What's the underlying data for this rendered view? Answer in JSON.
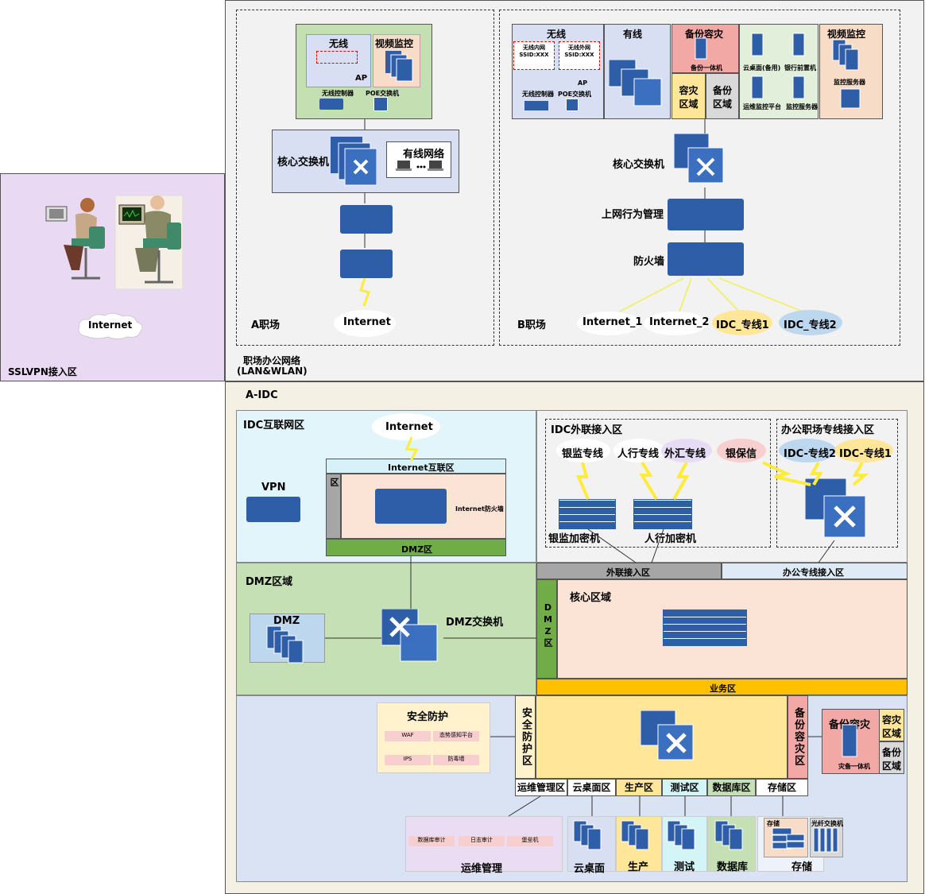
{
  "sslvpn": {
    "title": "SSLVPN接入区",
    "cloud": "Internet"
  },
  "office": {
    "title": "职场办公网络",
    "subtitle": "(LAN&WLAN)",
    "a": {
      "label": "A职场",
      "wireless": "无线",
      "video": "视频监控",
      "ap": "AP",
      "wlc": "无线控制器",
      "poe": "POE交换机",
      "core": "核心交换机",
      "wired": "有线网络",
      "internet": "Internet"
    },
    "b": {
      "label": "B职场",
      "wireless": "无线",
      "ssid_in": "无线内网\nSSID:XXX",
      "ssid_out": "无线外网\nSSID:XXX",
      "ap": "AP",
      "wlc": "无线控制器",
      "poe": "POE交换机",
      "wired": "有线",
      "backup": "备份容灾",
      "backup_box": "备份一体机",
      "dr_zone": "容灾\n区域",
      "bk_zone": "备份\n区域",
      "vdi_bk": "云桌面(备用)",
      "bank_pre": "银行前置机",
      "ops_mon": "运维监控平台",
      "mon_srv": "监控服务器",
      "video": "视频监控",
      "video_srv": "监控服务器",
      "core": "核心交换机",
      "ac": "上网行为管理",
      "fw": "防火墙",
      "links": [
        "Internet_1",
        "Internet_2",
        "IDC_专线1",
        "IDC_专线2"
      ]
    }
  },
  "idc": {
    "title": "A-IDC",
    "inet": {
      "title": "IDC互联网区",
      "cloud": "Internet",
      "zone": "Internet互联区",
      "vpn": "VPN",
      "vpn_zone": "VPN接入区",
      "fw": "Internet防火墙",
      "dmz_bar": "DMZ区"
    },
    "ext": {
      "title": "IDC外联接入区",
      "lines": [
        "银监专线",
        "人行专线",
        "外汇专线",
        "银保信"
      ],
      "enc1": "银监加密机",
      "enc2": "人行加密机"
    },
    "office_line": {
      "title": "办公职场专线接入区",
      "lines": [
        "IDC-专线2",
        "IDC-专线1"
      ]
    },
    "bars": {
      "ext": "外联接入区",
      "office": "办公专线接入区",
      "biz": "业务区"
    },
    "dmz": {
      "title": "DMZ区域",
      "box": "DMZ",
      "switch": "DMZ交换机"
    },
    "core": {
      "title": "核心区域",
      "dmz_vbar": "DMZ区"
    },
    "sec": {
      "title": "安全防护",
      "items": [
        "WAF",
        "态势感知平台",
        "IPS",
        "防毒墙"
      ],
      "vbar": "安全防护区"
    },
    "dr": {
      "vbar": "备份容灾区",
      "title": "备份容灾",
      "box": "灾备一体机",
      "dr_zone": "容灾\n区域",
      "bk_zone": "备份\n区域"
    },
    "zones": [
      "运维管理区",
      "云桌面区",
      "生产区",
      "测试区",
      "数据库区",
      "存储区"
    ],
    "ops": {
      "title": "运维管理",
      "items": [
        "数据库审计",
        "日志审计",
        "堡垒机"
      ]
    },
    "bottom": {
      "vdi": "云桌面",
      "prod": "生产",
      "test": "测试",
      "db": "数据库",
      "storage": "存储",
      "store_box": "存储",
      "fc": "光纤交换机"
    }
  }
}
